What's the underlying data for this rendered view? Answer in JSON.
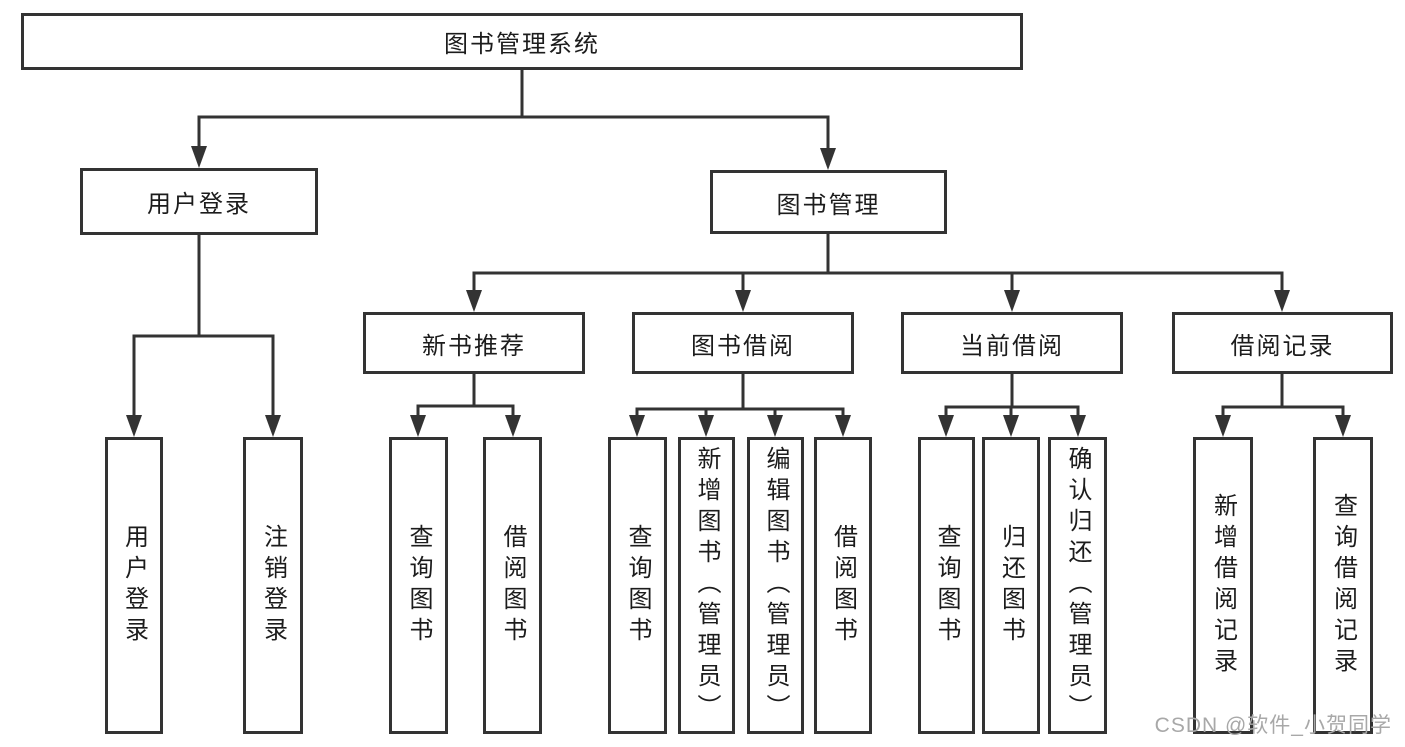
{
  "colors": {
    "line": "#333333",
    "text": "#1c1c1c",
    "background": "#ffffff",
    "watermark": "#a8a8a8"
  },
  "watermark": {
    "text": "CSDN @软件_小贺同学"
  },
  "tree": {
    "label": "图书管理系统",
    "children": [
      {
        "label": "用户登录",
        "children": [
          {
            "label": "用户登录"
          },
          {
            "label": "注销登录"
          }
        ]
      },
      {
        "label": "图书管理",
        "children": [
          {
            "label": "新书推荐",
            "children": [
              {
                "label": "查询图书"
              },
              {
                "label": "借阅图书"
              }
            ]
          },
          {
            "label": "图书借阅",
            "children": [
              {
                "label": "查询图书"
              },
              {
                "label": "新增图书（管理员）"
              },
              {
                "label": "编辑图书（管理员）"
              },
              {
                "label": "借阅图书"
              }
            ]
          },
          {
            "label": "当前借阅",
            "children": [
              {
                "label": "查询图书"
              },
              {
                "label": "归还图书"
              },
              {
                "label": "确认归还（管理员）"
              }
            ]
          },
          {
            "label": "借阅记录",
            "children": [
              {
                "label": "新增借阅记录"
              },
              {
                "label": "查询借阅记录"
              }
            ]
          }
        ]
      }
    ]
  }
}
